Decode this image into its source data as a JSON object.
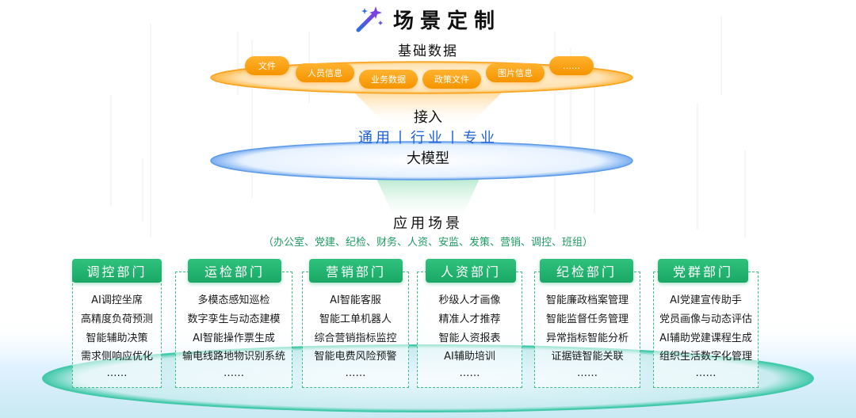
{
  "title": "场景定制",
  "base_data_label": "基础数据",
  "data_chips": [
    "文件",
    "人员信息",
    "业务数据",
    "政策文件",
    "图片信息",
    "……"
  ],
  "access_label": "接入",
  "model_types": "通用丨行业丨专业",
  "model_label": "大模型",
  "app_scene_label": "应用场景",
  "app_scene_depts": "（办公室、党建、纪检、财务、人资、安监、发策、营销、调控、班组）",
  "colors": {
    "orange": "#f59400",
    "blue": "#1f5fd6",
    "green": "#1aa766",
    "teal_ring": "#41c9a9"
  },
  "departments": [
    {
      "name": "调控部门",
      "items": [
        "AI调控坐席",
        "高精度负荷预测",
        "智能辅助决策",
        "需求侧响应优化",
        "……"
      ]
    },
    {
      "name": "运检部门",
      "items": [
        "多模态感知巡检",
        "数字孪生与动态建模",
        "AI智能操作票生成",
        "输电线路地物识别系统",
        "……"
      ]
    },
    {
      "name": "营销部门",
      "items": [
        "AI智能客服",
        "智能工单机器人",
        "综合营销指标监控",
        "智能电费风险预警",
        "……"
      ]
    },
    {
      "name": "人资部门",
      "items": [
        "秒级人才画像",
        "精准人才推荐",
        "智能人资报表",
        "AI辅助培训",
        "……"
      ]
    },
    {
      "name": "纪检部门",
      "items": [
        "智能廉政档案管理",
        "智能监督任务管理",
        "异常指标智能分析",
        "证据链智能关联",
        "……"
      ]
    },
    {
      "name": "党群部门",
      "items": [
        "AI党建宣传助手",
        "党员画像与动态评估",
        "AI辅助党建课程生成",
        "组织生活数字化管理",
        "……"
      ]
    }
  ]
}
